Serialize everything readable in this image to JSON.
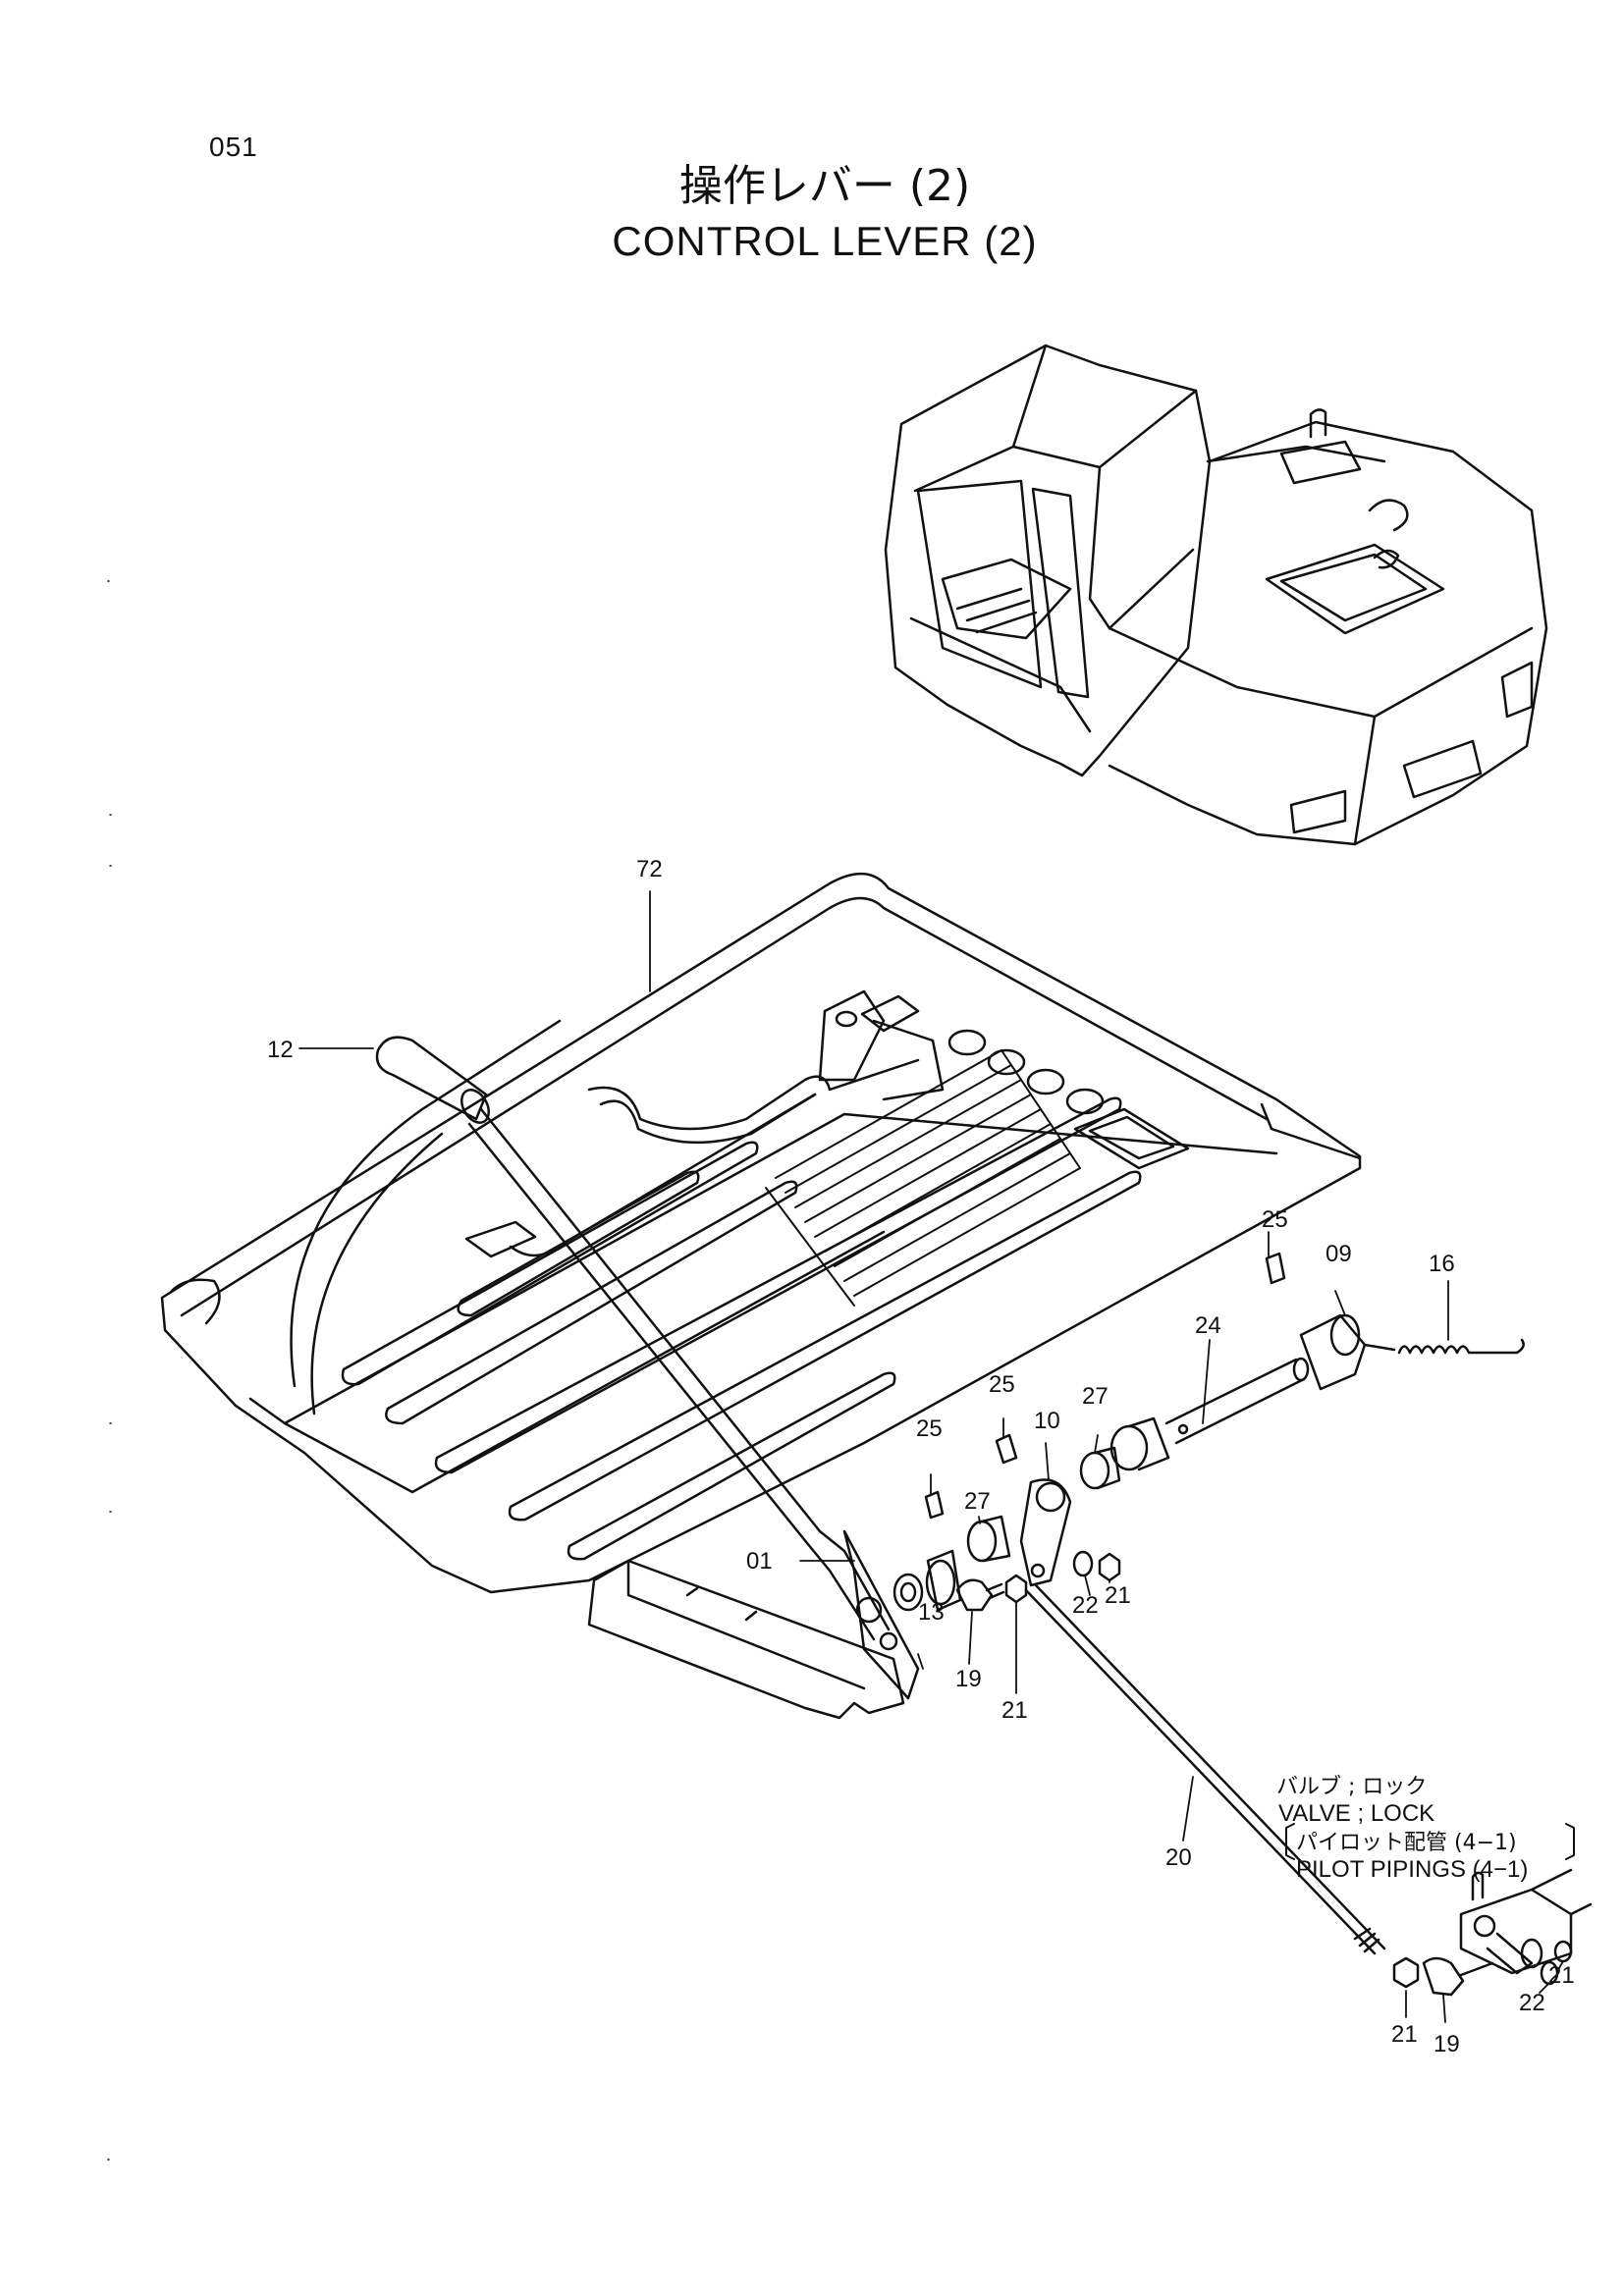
{
  "page": {
    "number": "051"
  },
  "title": {
    "japanese": "操作レバー (2)",
    "english": "CONTROL LEVER (2)"
  },
  "callouts": {
    "c72": "72",
    "c12": "12",
    "c25a": "25",
    "c09": "09",
    "c16": "16",
    "c24": "24",
    "c25b": "25",
    "c27a": "27",
    "c10": "10",
    "c25c": "25",
    "c27b": "27",
    "c01": "01",
    "c13": "13",
    "c19a": "19",
    "c21a": "21",
    "c22a": "22",
    "c21b": "21",
    "c20": "20",
    "c21c": "21",
    "c19b": "19",
    "c22b": "22",
    "c21d": "21"
  },
  "note": {
    "valve_jp": "バルブ ; ロック",
    "valve_en": "VALVE ; LOCK",
    "pilot_jp": "パイロット配管 (4−1)",
    "pilot_en": "PILOT  PIPINGS (4−1)"
  },
  "colors": {
    "line": "#111111",
    "background": "#ffffff"
  }
}
